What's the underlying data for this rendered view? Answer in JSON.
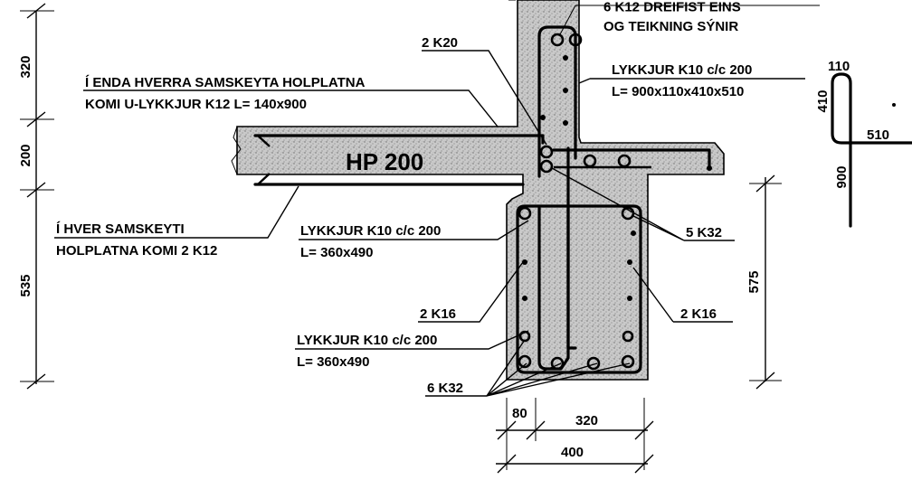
{
  "labels": {
    "top_note_line1": "6 K12 DREIFIST EINS",
    "top_note_line2": "OG TEIKNING SÝNIR",
    "u_loop_line1": "Í ENDA HVERRA SAMSKEYTA HOLPLATNA",
    "u_loop_line2": "KOMI U-LYKKJUR  K12 L= 140x900",
    "slab_name": "HP 200",
    "bars_2k20": "2 K20",
    "stirrup_wall_line1": "LYKKJUR K10 c/c 200",
    "stirrup_wall_line2": "L= 900x110x410x510",
    "joint_line1": "Í HVER SAMSKEYTI",
    "joint_line2": "HOLPLATNA KOMI 2 K12",
    "stirrup_beam1_line1": "LYKKJUR K10 c/c 200",
    "stirrup_beam1_line2": "L= 360x490",
    "bars_5k32": "5 K32",
    "bars_2k16_left": "2 K16",
    "bars_2k16_right": "2 K16",
    "stirrup_beam2_line1": "LYKKJUR K10 c/c 200",
    "stirrup_beam2_line2": "L= 360x490",
    "bars_6k32": "6 K32"
  },
  "dimensions": {
    "left_320": "320",
    "left_200": "200",
    "left_535": "535",
    "right_575": "575",
    "bottom_80": "80",
    "bottom_320": "320",
    "bottom_400": "400"
  },
  "stirrup_shape": {
    "seg_110": "110",
    "seg_410": "410",
    "seg_510": "510",
    "seg_900": "900"
  }
}
